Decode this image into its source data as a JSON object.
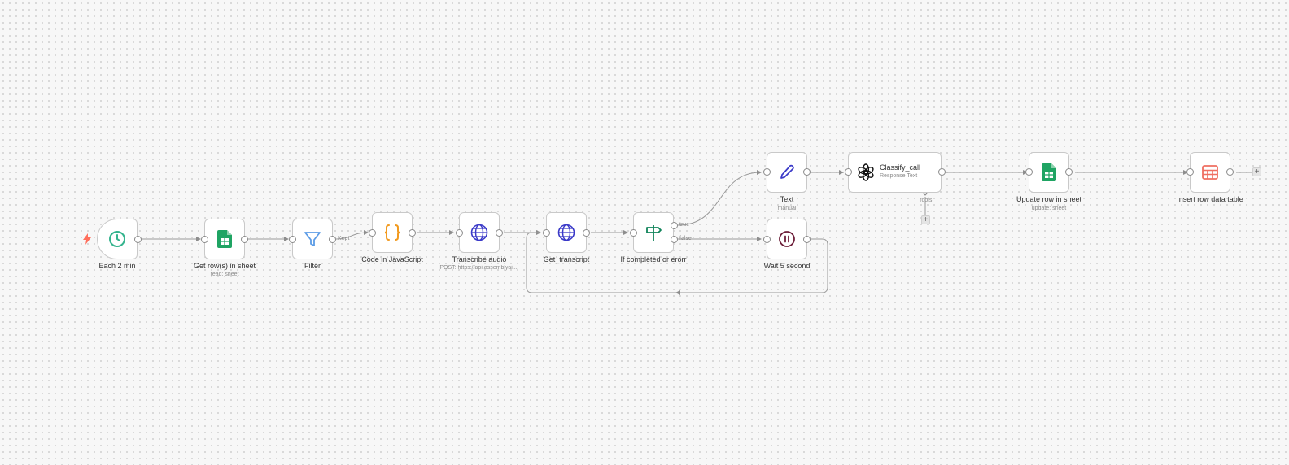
{
  "nodes": {
    "each_2_min": {
      "title": "Each 2 min"
    },
    "get_rows": {
      "title": "Get row(s) in sheet",
      "subtitle": "read: sheet"
    },
    "filter": {
      "title": "Filter"
    },
    "code_js": {
      "title": "Code in JavaScript"
    },
    "transcribe": {
      "title": "Transcribe audio",
      "subtitle": "POST: https://api.assemblyai...."
    },
    "get_transcript": {
      "title": "Get_transcript"
    },
    "if_completed": {
      "title": "If completed or erorr"
    },
    "text": {
      "title": "Text",
      "subtitle": "manual"
    },
    "wait": {
      "title": "Wait 5 second"
    },
    "classify": {
      "title": "Classify_call",
      "subtitle": "Response Text",
      "tools_label": "Tools"
    },
    "update_row": {
      "title": "Update row in sheet",
      "subtitle": "update: sheet"
    },
    "insert_row": {
      "title": "Insert row data table"
    }
  },
  "connections": {
    "kept": "Kept",
    "true": "true",
    "false": "false"
  },
  "buttons": {
    "add": "+"
  },
  "colors": {
    "trigger_bolt": "#ff6f5c",
    "schedule_icon": "#35b48e",
    "sheets_green": "#1fa463",
    "filter_blue": "#5c9ce6",
    "code_orange": "#f29a1f",
    "http_blue": "#3a39c8",
    "if_green": "#10845a",
    "edit_blue": "#3a39c8",
    "wait_maroon": "#6e1f3a",
    "table_red": "#ef6e61"
  },
  "icons": {
    "trigger": "lightning-bolt-icon",
    "each_2_min": "clock-icon",
    "get_rows": "google-sheets-icon",
    "filter": "funnel-icon",
    "code_js": "curly-braces-icon",
    "transcribe": "globe-icon",
    "get_transcript": "globe-icon",
    "if_completed": "signpost-icon",
    "text": "pencil-icon",
    "wait": "pause-icon",
    "classify": "openai-icon",
    "update_row": "google-sheets-icon",
    "insert_row": "table-icon"
  }
}
